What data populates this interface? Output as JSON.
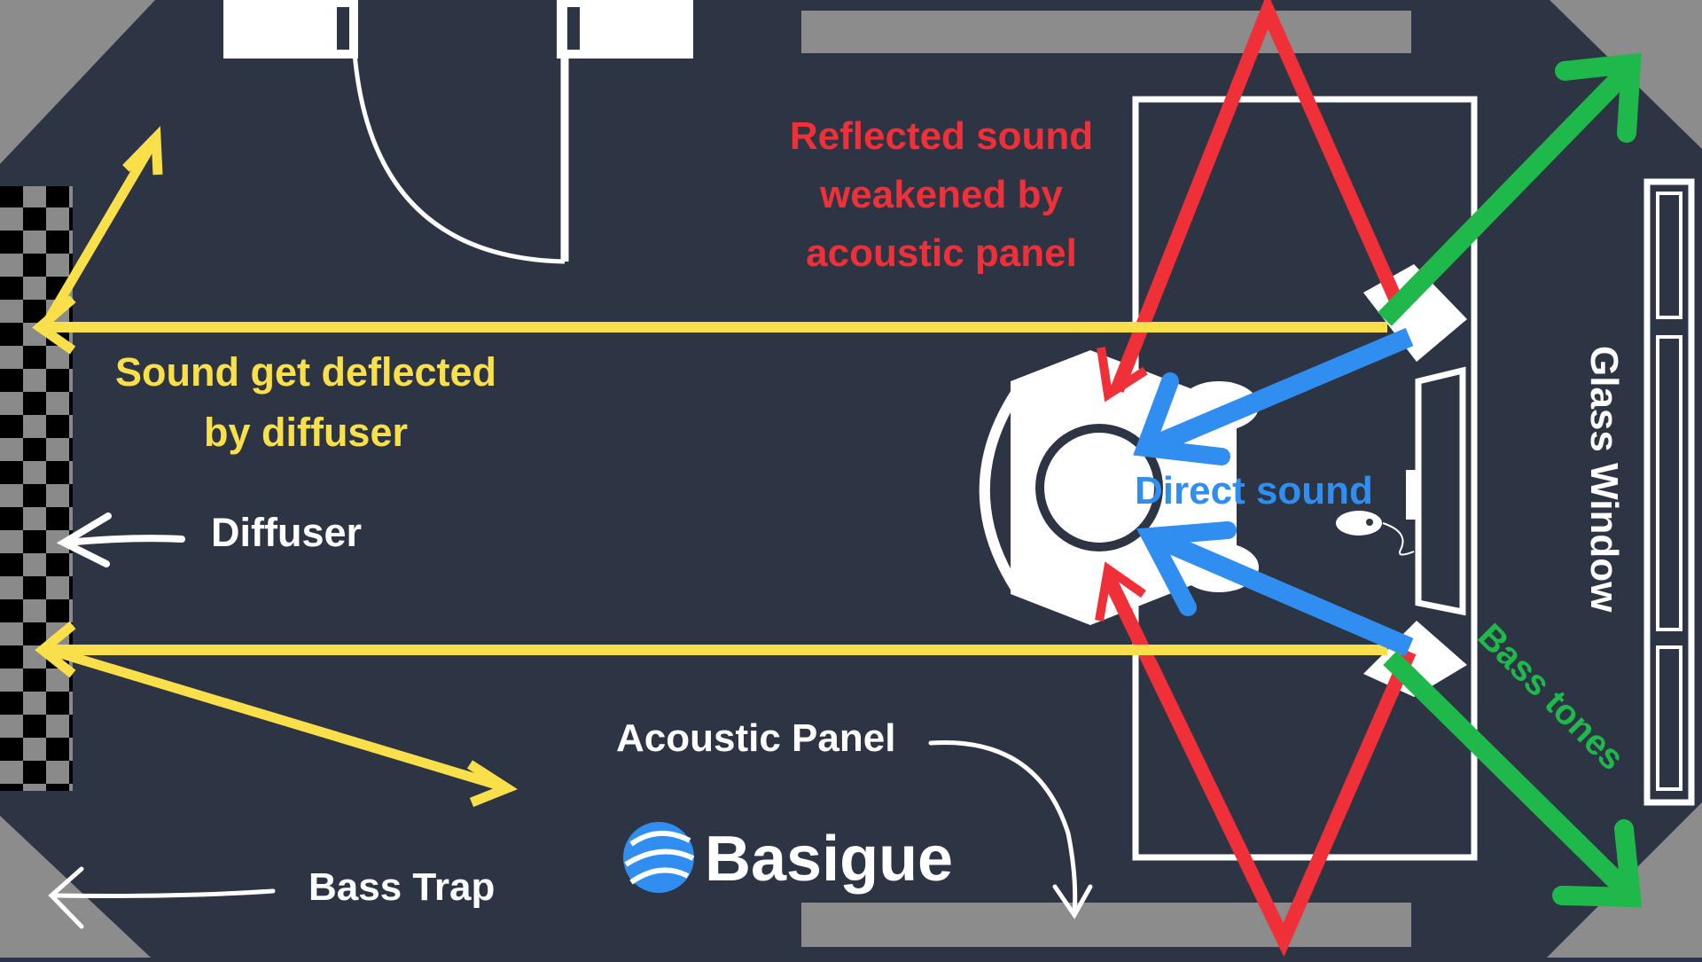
{
  "colors": {
    "background": "#2d3444",
    "bass_trap": "#8c8c8c",
    "panel": "#8c8c8c",
    "outline": "#ffffff",
    "deflected": "#f9e04a",
    "reflected": "#ef3038",
    "direct": "#2f8ef0",
    "bass": "#1fb84a",
    "brand": "#2f8ef0"
  },
  "labels": {
    "reflected_line1": "Reflected sound",
    "reflected_line2": "weakened by",
    "reflected_line3": "acoustic panel",
    "deflected_line1": "Sound get deflected",
    "deflected_line2": "by diffuser",
    "diffuser": "Diffuser",
    "direct_sound": "Direct sound",
    "glass_window": "Glass Window",
    "bass_tones": "Bass tones",
    "acoustic_panel": "Acoustic Panel",
    "bass_trap": "Bass Trap"
  },
  "brand": {
    "name": "Basigue",
    "logo_icon": "globe-icon"
  }
}
